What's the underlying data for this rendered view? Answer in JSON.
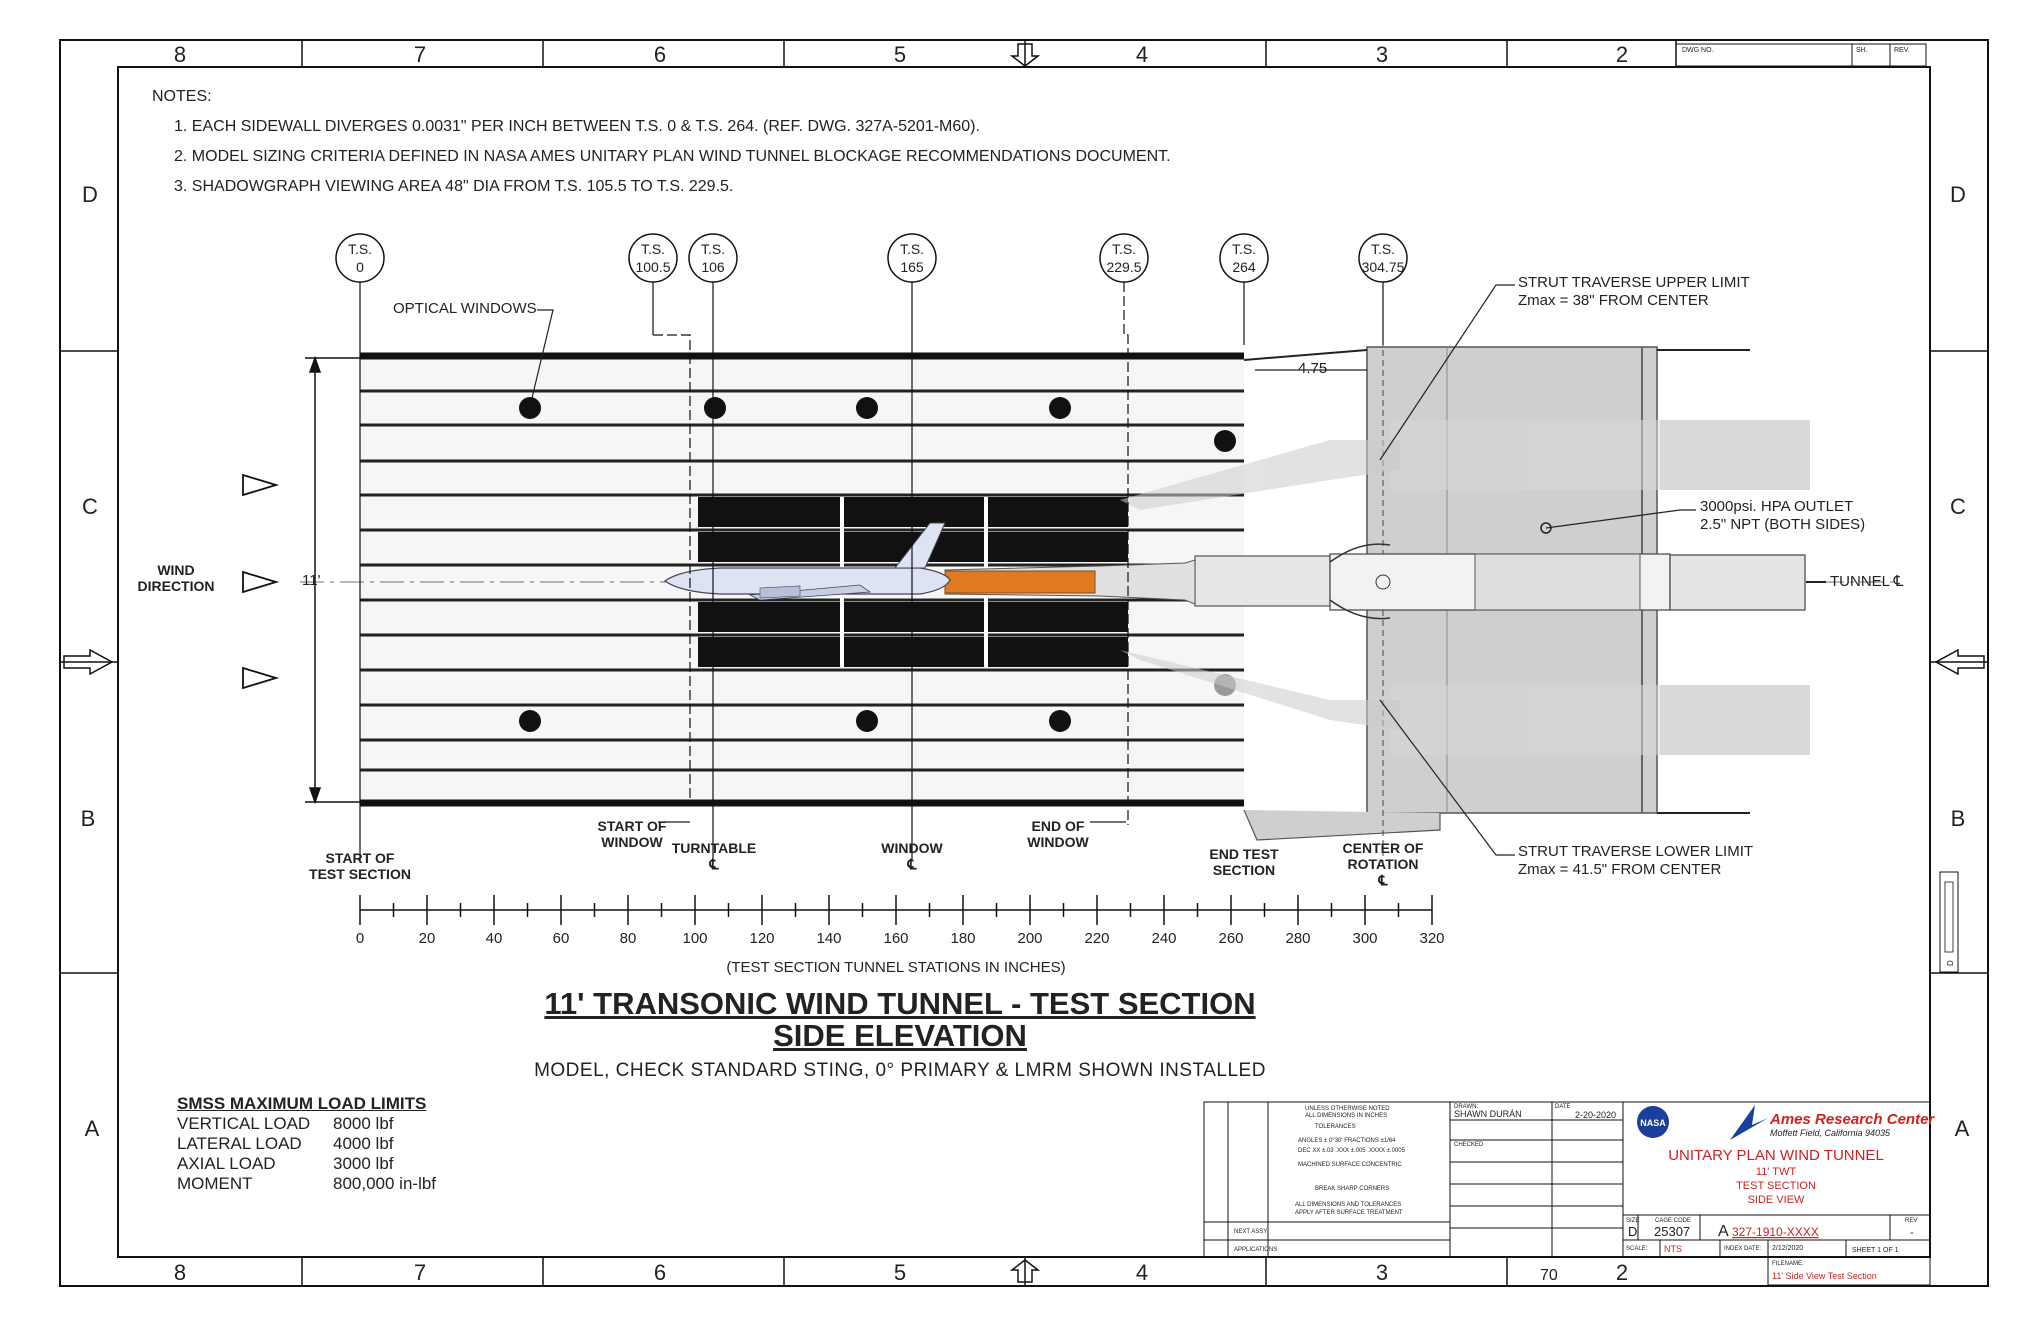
{
  "grid": {
    "columns": [
      "8",
      "7",
      "6",
      "5",
      "4",
      "3",
      "2"
    ],
    "rows": [
      "D",
      "C",
      "B",
      "A"
    ]
  },
  "notes": {
    "heading": "NOTES:",
    "items": [
      "1.  EACH SIDEWALL DIVERGES 0.0031\" PER INCH BETWEEN T.S. 0 & T.S. 264. (REF. DWG. 327A-5201-M60).",
      "2.  MODEL SIZING CRITERIA DEFINED IN NASA AMES UNITARY PLAN WIND TUNNEL BLOCKAGE RECOMMENDATIONS DOCUMENT.",
      "3.  SHADOWGRAPH VIEWING AREA 48\" DIA FROM T.S. 105.5 TO T.S. 229.5."
    ]
  },
  "stations": [
    {
      "top": "T.S.",
      "bottom": "0"
    },
    {
      "top": "T.S.",
      "bottom": "100.5"
    },
    {
      "top": "T.S.",
      "bottom": "106"
    },
    {
      "top": "T.S.",
      "bottom": "165"
    },
    {
      "top": "T.S.",
      "bottom": "229.5"
    },
    {
      "top": "T.S.",
      "bottom": "264"
    },
    {
      "top": "T.S.",
      "bottom": "304.75"
    }
  ],
  "labels": {
    "optical_windows": "OPTICAL WINDOWS",
    "wind_direction_1": "WIND",
    "wind_direction_2": "DIRECTION",
    "height_dim": "11'",
    "offset_dim": "4.75",
    "strut_upper_1": "STRUT TRAVERSE UPPER LIMIT",
    "strut_upper_2": "Zmax = 38\" FROM CENTER",
    "strut_lower_1": "STRUT TRAVERSE LOWER LIMIT",
    "strut_lower_2": "Zmax = 41.5\" FROM CENTER",
    "hpa_1": "3000psi. HPA OUTLET",
    "hpa_2": "2.5\" NPT (BOTH SIDES)",
    "tunnel_cl": "TUNNEL ℄",
    "start_test_1": "START OF",
    "start_test_2": "TEST SECTION",
    "start_window_1": "START OF",
    "start_window_2": "WINDOW",
    "turntable_1": "TURNTABLE",
    "turntable_2": "℄",
    "window_1": "WINDOW",
    "window_2": "℄",
    "end_window_1": "END OF",
    "end_window_2": "WINDOW",
    "end_test_1": "END TEST",
    "end_test_2": "SECTION",
    "center_rot_1": "CENTER OF",
    "center_rot_2": "ROTATION",
    "center_rot_3": "℄"
  },
  "scale": {
    "ticks": [
      "0",
      "20",
      "40",
      "60",
      "80",
      "100",
      "120",
      "140",
      "160",
      "180",
      "200",
      "220",
      "240",
      "260",
      "280",
      "300",
      "320"
    ],
    "caption": "(TEST SECTION TUNNEL STATIONS IN INCHES)"
  },
  "title": {
    "line1": "11' TRANSONIC WIND TUNNEL - TEST SECTION",
    "line2": "SIDE ELEVATION",
    "subtitle": "MODEL, CHECK STANDARD STING, 0° PRIMARY & LMRM SHOWN INSTALLED"
  },
  "load_limits": {
    "heading": "SMSS MAXIMUM LOAD LIMITS",
    "rows": [
      {
        "name": "VERTICAL LOAD",
        "value": "8000 lbf"
      },
      {
        "name": "LATERAL LOAD",
        "value": "4000 lbf"
      },
      {
        "name": "AXIAL LOAD",
        "value": "3000 lbf"
      },
      {
        "name": "MOMENT",
        "value": "800,000 in-lbf"
      }
    ]
  },
  "title_block": {
    "dwg_no_label": "DWG NO.",
    "sh_label": "SH.",
    "rev_label": "REV.",
    "drawn_label": "DRAWN:",
    "drawn_name": "SHAWN DURÁN",
    "date_label": "DATE",
    "drawn_date": "2-20-2020",
    "checked_label": "CHECKED",
    "org_name": "Ames Research Center",
    "org_location": "Moffett Field, California 94035",
    "agency": "NASA",
    "project": "UNITARY PLAN WIND TUNNEL",
    "sub1": "11' TWT",
    "sub2": "TEST SECTION",
    "sub3": "SIDE VIEW",
    "size_label": "SIZE",
    "size": "D",
    "cage_label": "CAGE CODE",
    "cage": "25307",
    "dwg_prefix": "A",
    "dwg_no": "327-1910-XXXX",
    "rev_hdr": "REV",
    "rev": "-",
    "scale_label": "SCALE:",
    "scale": "NTS",
    "date_field_label": "INDEX DATE:",
    "date_field": "2/12/2020",
    "sheet": "SHEET 1 OF 1",
    "filename_label": "FILENAME:",
    "filename": "11' Side View Test Section",
    "zone_ref": "70",
    "rotated_label": "D",
    "tol_lines": [
      "UNLESS OTHERWISE NOTED",
      "ALL DIMENSIONS IN INCHES",
      "TOLERANCES",
      "ANGLES ± 0°30'  FRACTIONS ±1/64",
      "DEC XX ±.03   .XXX ±.005   .XXXX ±.0005",
      "MACHINED SURFACE CONCENTRIC",
      "BREAK SHARP CORNERS",
      "ALL DIMENSIONS AND TOLERANCES",
      "APPLY AFTER SURFACE TREATMENT",
      "NEXT ASSY",
      "APPLICATIONS"
    ]
  },
  "colors": {
    "line": "#111111",
    "body_gray": "#cfcfcf",
    "sting_orange": "#e07a1f",
    "red_text": "#cc2222",
    "model_blue": "#dde3f2"
  }
}
